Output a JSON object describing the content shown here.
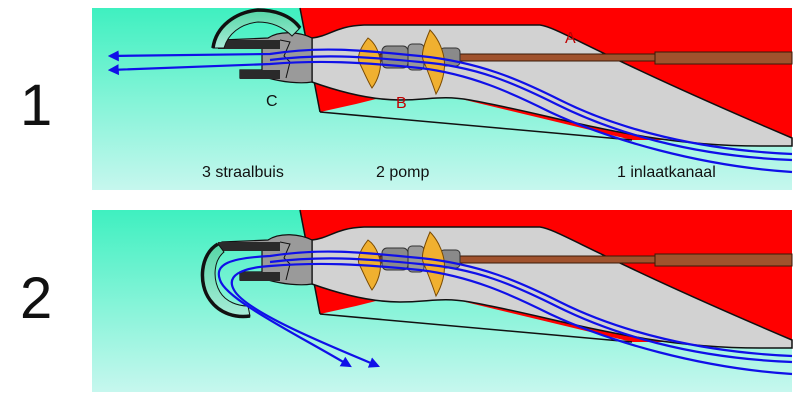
{
  "panels": [
    {
      "number": "1",
      "labels": {
        "a": "A",
        "b": "B",
        "c": "C",
        "nozzle": "3 straalbuis",
        "pump": "2 pomp",
        "inlet": "1 inlaatkanaal"
      }
    },
    {
      "number": "2"
    }
  ],
  "colors": {
    "water_top": "#3ff0c0",
    "water_bottom": "#c6f7ee",
    "hull": "#ff0000",
    "duct": "#d2d2d2",
    "flow": "#1010e8",
    "shaft": "#a0522d",
    "impeller": "#f0b030",
    "bucket_top": "#55d6a6",
    "bucket_bottom": "#a8ecd8"
  }
}
